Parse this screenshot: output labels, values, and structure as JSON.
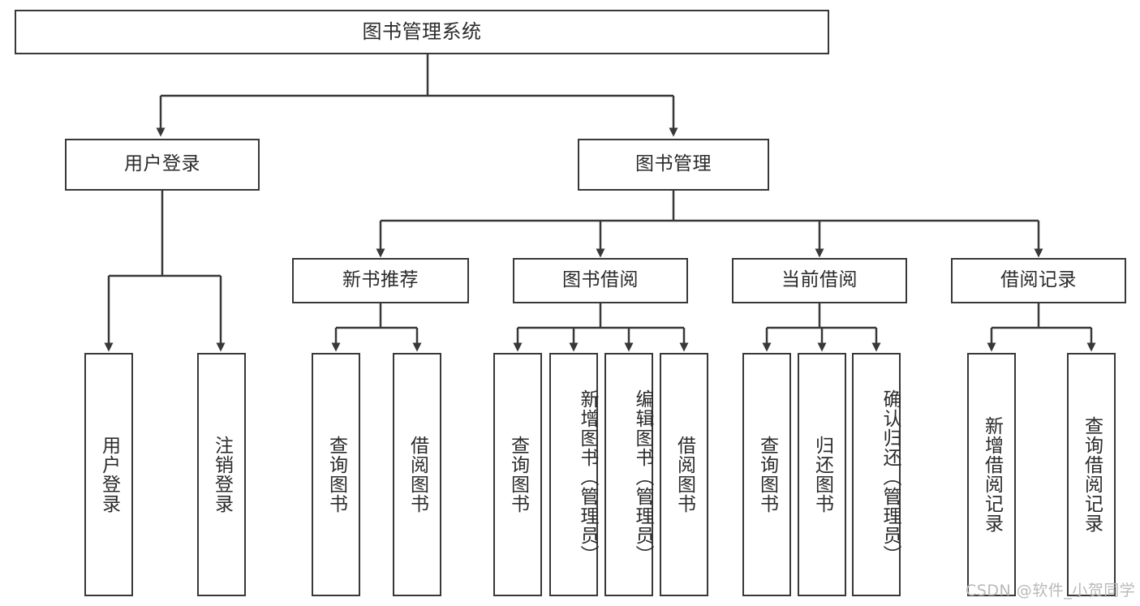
{
  "diagram": {
    "type": "tree",
    "title": "图书管理系统",
    "colors": {
      "stroke": "#38383a",
      "fill": "#ffffff",
      "text": "#2b2b2b",
      "watermark": "#b9b9b9"
    },
    "root": {
      "label": "图书管理系统"
    },
    "level2": [
      {
        "label": "用户登录"
      },
      {
        "label": "图书管理"
      }
    ],
    "level3": [
      {
        "label": "新书推荐"
      },
      {
        "label": "图书借阅"
      },
      {
        "label": "当前借阅"
      },
      {
        "label": "借阅记录"
      }
    ],
    "leaves": {
      "user_login": [
        {
          "label": "用户登录"
        },
        {
          "label": "注销登录"
        }
      ],
      "new_book": [
        {
          "label": "查询图书"
        },
        {
          "label": "借阅图书"
        }
      ],
      "borrow": [
        {
          "label": "查询图书"
        },
        {
          "label": "新增图书（管理员）"
        },
        {
          "label": "编辑图书（管理员）"
        },
        {
          "label": "借阅图书"
        }
      ],
      "current": [
        {
          "label": "查询图书"
        },
        {
          "label": "归还图书"
        },
        {
          "label": "确认归还（管理员）"
        }
      ],
      "records": [
        {
          "label": "新增借阅记录"
        },
        {
          "label": "查询借阅记录"
        }
      ]
    }
  },
  "watermark": {
    "text": "CSDN @软件_小贺同学"
  }
}
